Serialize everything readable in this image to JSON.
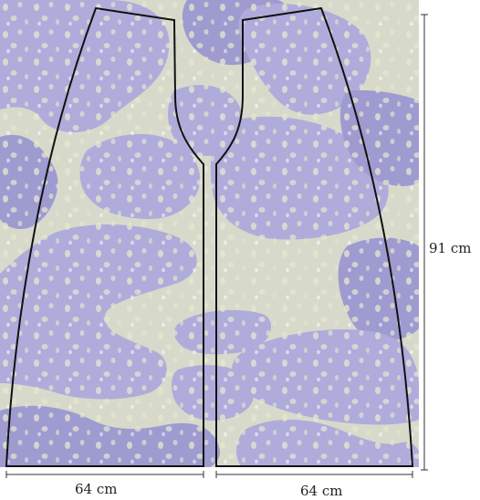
{
  "diagram": {
    "colors": {
      "background": "#d7dacb",
      "pattern": "#afacdb",
      "pattern_shade": "#9e9bd0",
      "speckle": "#e6e5cf",
      "outline": "#111111"
    },
    "dimensions": {
      "height_label": "91 cm",
      "left_width_label": "64 cm",
      "right_width_label": "64 cm"
    }
  }
}
